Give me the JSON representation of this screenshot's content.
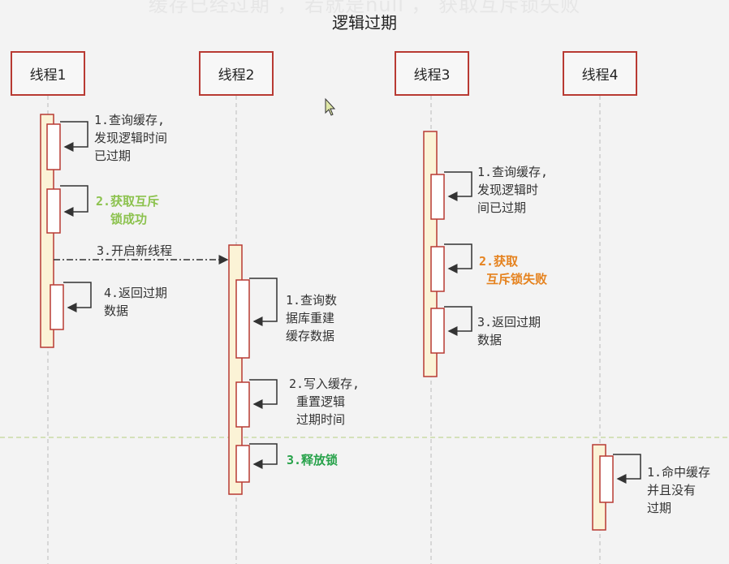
{
  "caption": "缓存已经过期 ，  若就是null ，  获取互斥锁失败",
  "title": "逻辑过期",
  "threads": [
    "线程1",
    "线程2",
    "线程3",
    "线程4"
  ],
  "notes": {
    "t1_query": "1.查询缓存,\n发现逻辑时间\n已过期",
    "t1_lock": "2.获取互斥\n  锁成功",
    "t1_new_thread": "3.开启新线程",
    "t1_return": "4.返回过期\n数据",
    "t2_query_db": "1.查询数\n据库重建\n缓存数据",
    "t2_write": "2.写入缓存,\n 重置逻辑\n 过期时间",
    "t2_release": "3.释放锁",
    "t3_query": "1.查询缓存,\n发现逻辑时\n间已过期",
    "t3_lock_fail": "2.获取\n 互斥锁失败",
    "t3_return": "3.返回过期\n数据",
    "t4_hit": "1.命中缓存\n并且没有\n过期"
  },
  "colors": {
    "box_border": "#b83a33",
    "activation_fill": "#fbf3d6",
    "lifeline": "#bbbbbb",
    "arrow": "#333333",
    "divider": "#c9dba7",
    "note_green": "#8cc24e",
    "note_orange": "#e5821e",
    "note_green2": "#27a24a"
  }
}
